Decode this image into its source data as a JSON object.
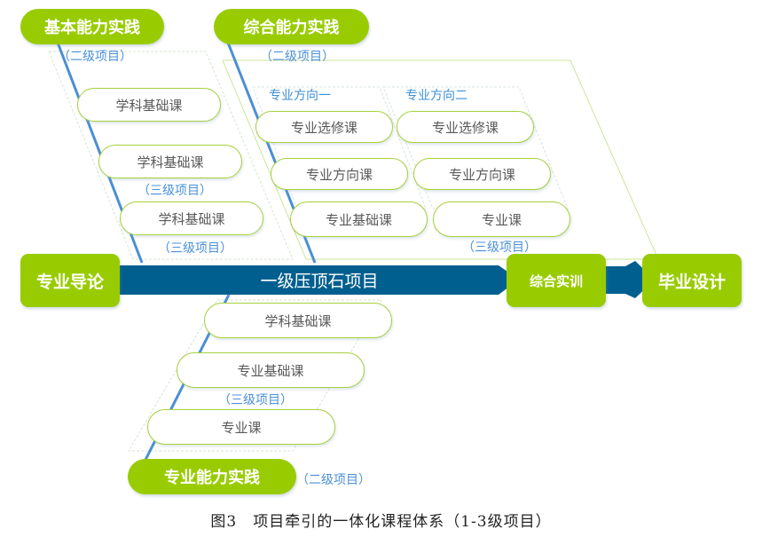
{
  "colors": {
    "green": "#99cc00",
    "arrow_blue": "#005f8f",
    "line_blue": "#4a8fd4",
    "tag_blue": "#4a90d9",
    "course_border": "#a6d13e"
  },
  "start_node": "专业导论",
  "main_arrow": "一级压顶石项目",
  "middle_node": "综合实训",
  "end_node": "毕业设计",
  "branches": {
    "basic": {
      "title": "基本能力实践",
      "level_tag": "（二级项目）",
      "courses": [
        "学科基础课",
        "学科基础课",
        "学科基础课"
      ],
      "sub_tags": [
        "（三级项目）",
        "（三级项目）"
      ]
    },
    "comprehensive": {
      "title": "综合能力实践",
      "level_tag": "（二级项目）",
      "direction_1": {
        "label": "专业方向一",
        "courses": [
          "专业选修课",
          "专业方向课",
          "专业基础课"
        ]
      },
      "direction_2": {
        "label": "专业方向二",
        "courses": [
          "专业选修课",
          "专业方向课",
          "专业课"
        ]
      },
      "sub_tag": "（三级项目）"
    },
    "professional": {
      "title": "专业能力实践",
      "level_tag": "（二级项目）",
      "courses": [
        "学科基础课",
        "专业基础课",
        "专业课"
      ],
      "sub_tag": "（三级项目）"
    }
  },
  "caption": "图3　项目牵引的一体化课程体系（1-3级项目）"
}
